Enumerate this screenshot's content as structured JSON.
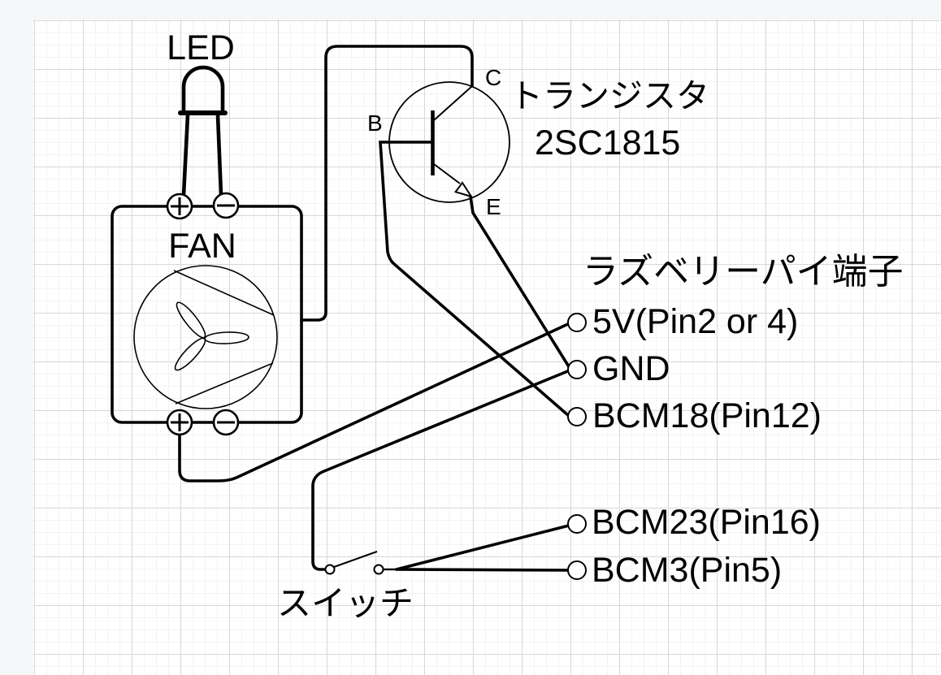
{
  "chrome": {
    "bg": "#f5f6f8"
  },
  "canvas": {
    "bg": "#ffffff",
    "grid_minor": "#f3f3f3",
    "grid_major": "#d7d7d7",
    "line_color": "#000000"
  },
  "diagram": {
    "led": {
      "label": "LED"
    },
    "fan": {
      "label": "FAN",
      "terminals": {
        "top_plus": "+",
        "top_minus": "−",
        "bottom_plus": "+",
        "bottom_minus": "−"
      }
    },
    "transistor": {
      "title": "トランジスタ",
      "model": "2SC1815",
      "pin_b": "B",
      "pin_c": "C",
      "pin_e": "E"
    },
    "gpio": {
      "header": "ラズベリーパイ端子",
      "pins": [
        {
          "label": "5V(Pin2 or 4)"
        },
        {
          "label": "GND"
        },
        {
          "label": "BCM18(Pin12)"
        },
        {
          "label": "BCM23(Pin16)"
        },
        {
          "label": "BCM3(Pin5)"
        }
      ]
    },
    "switch": {
      "label": "スイッチ"
    }
  }
}
